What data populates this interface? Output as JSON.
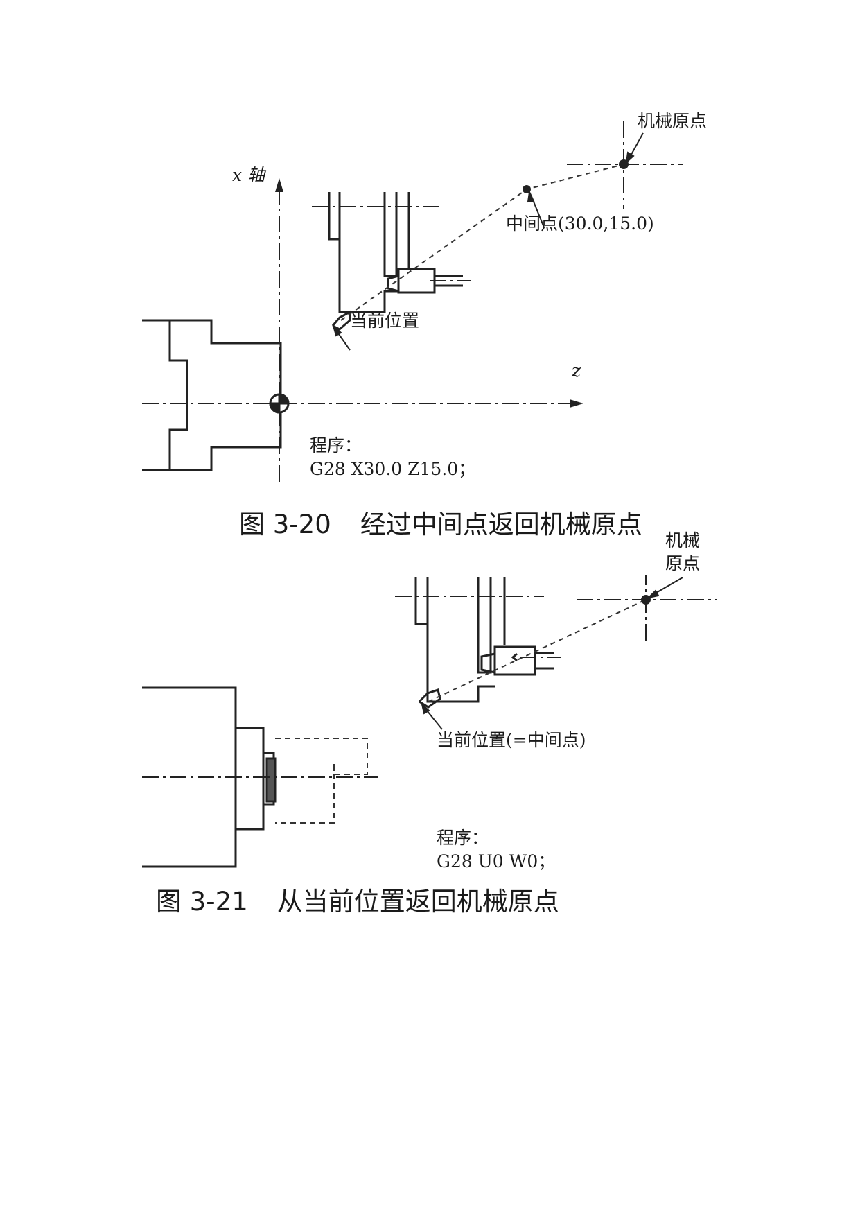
{
  "figure1": {
    "x_axis_label": "x 轴",
    "z_axis_label": "z",
    "machine_origin_label": "机械原点",
    "intermediate_point_label": "中间点(30.0,15.0)",
    "current_position_label": "当前位置",
    "program_label": "程序：",
    "program_code": "G28 X30.0 Z15.0；",
    "caption_number": "图 3-20",
    "caption_title": "经过中间点返回机械原点"
  },
  "figure2": {
    "machine_origin_label_line1": "机械",
    "machine_origin_label_line2": "原点",
    "current_position_label": "当前位置(=中间点)",
    "program_label": "程序：",
    "program_code": "G28 U0 W0；",
    "caption_number": "图 3-21",
    "caption_title": "从当前位置返回机械原点"
  }
}
